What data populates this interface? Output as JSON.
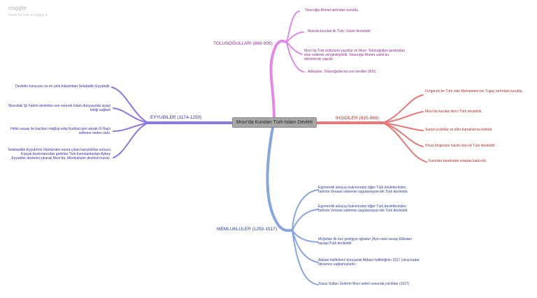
{
  "app": {
    "logo": "coggle",
    "tagline": "made for free at coggle.it"
  },
  "colors": {
    "pink": "#e08ae6",
    "red": "#e57a76",
    "purple": "#8a78e0",
    "blue": "#86a6e0",
    "center": "#a8a8a8"
  },
  "center": {
    "label": "Mısır'da Kurulan Türk-İslam Devleti"
  },
  "branches": {
    "tolun": {
      "label": "TOLUNOĞULLARI (868-905)",
      "items": [
        "Tolunoğlu Ahmet tarfından kuruldu.",
        "Mısırda kurulan ilk Türk –İslam devletidir.",
        "Mısır'da Türk kültürünü yaydılar ve Mısır; Tolunoğulları tarafından imar edilerek zenginleştirildi. Tolunoğlu Ahmet camii bu döneminde yapıldı.",
        "Abbasiler, Tolunoğullarına son verdiler (905)."
      ]
    },
    "ihsid": {
      "label": "IHŞİDİLER (935-969)",
      "items": [
        "Ferganalı bir Türk olan Muhammet bin Tugaç tarfından kuruldu.",
        "Mısır'da kurulan ikinci Türk devletidir .",
        "Suriye'yi aldılar ve diler topraklarına kattılar.",
        "Hicaz bölgesine hakim olan ilk Türk devletidir .",
        "Fatımiler tarafından ortadan kaldırıldı."
      ]
    },
    "eyyubi": {
      "label": "EYYUBİLER (1174-1250)",
      "items": [
        "Devletin kurucusu ve en ünlü hükümdarı Selahattin Eyyubidir.",
        "Mısırdaki Şii Fatımi devletine son vererek İslam dünyasında siyasi birliği sağladı",
        "Hıttin savaşı ile haçlıları mağlup edip Kudüsü geri alarak III.Haçlı seferine neden oldu.",
        "Selahaddin Eyyubi'nin ölümünden sonra çıkan karışıklıklar sonucu Kıpçak bozkırlarından getirilen Türk komutanlardan Aybey ,Eyyubiler devletini yıkarak Mısır'da, Memlukluler devletini kurdu."
      ]
    },
    "memluk": {
      "label": "MEMLUKLÜLER (1250-1517)",
      "items": [
        "Egemenlik anlayışı bakımından diğer Türk devletlerinden farklıdır.Veraset sistemini uygulamayan tek Türk devletidir.",
        "Egemenlik anlayışı bakımından diğer Türk devletlerinden farklıdır.Veraset sistemini uygulamayan tek Türk devletidir.",
        "Moğolları ilk kez yenilgiye uğratan (Ayn-calut savaşı,Elbistan savaşı)Türk devletidir.",
        "Abbasi halifelerini koruyarak Abbasi halifeliğinin 1517 yılına kadar devamını sağlamışlardır.",
        "Yavuz Sultan Selim'in Mısır seferi sonunda yıkıldılar (1517)"
      ]
    }
  }
}
